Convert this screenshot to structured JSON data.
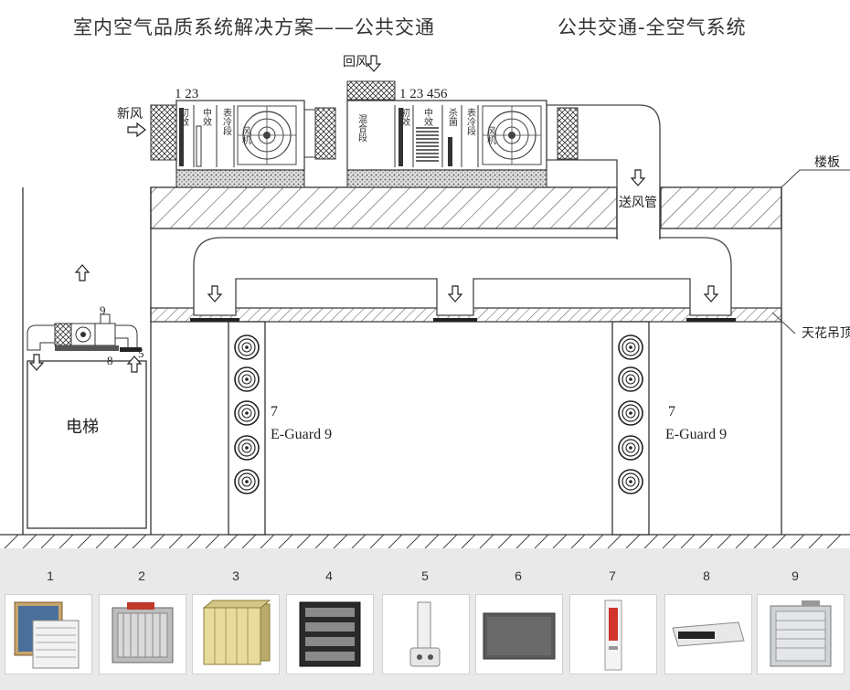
{
  "header": {
    "title_left": "室内空气品质系统解决方案——公共交通",
    "title_right": "公共交通-全空气系统"
  },
  "labels": {
    "fresh_air": "新风",
    "return_air": "回风",
    "floor_slab": "楼板",
    "ceiling": "天花吊顶",
    "supply_duct": "送风管",
    "elevator": "电梯",
    "mixing_section": "混合段",
    "coarse_filter": "初效",
    "medium_filter": "中效",
    "cooling_coil": "表冷段",
    "sterilization": "杀菌",
    "fan": "风机",
    "unit1_numbers": "1 23",
    "unit2_numbers": "1 23 456",
    "left_device_num_9": "9",
    "left_device_num_5": "5",
    "left_device_num_8": "8",
    "column_number": "7",
    "column_product": "E-Guard 9"
  },
  "products": [
    {
      "number": "1",
      "icon": "panel-filter-icon"
    },
    {
      "number": "2",
      "icon": "duct-purifier-icon"
    },
    {
      "number": "3",
      "icon": "bag-filter-icon"
    },
    {
      "number": "4",
      "icon": "plate-sterilizer-icon"
    },
    {
      "number": "5",
      "icon": "uv-lamp-icon"
    },
    {
      "number": "6",
      "icon": "carbon-filter-icon"
    },
    {
      "number": "7",
      "icon": "column-purifier-icon"
    },
    {
      "number": "8",
      "icon": "strip-filter-icon"
    },
    {
      "number": "9",
      "icon": "cabinet-purifier-icon"
    }
  ],
  "colors": {
    "line": "#333333",
    "hatch": "#555555",
    "product_red": "#d0342c"
  }
}
